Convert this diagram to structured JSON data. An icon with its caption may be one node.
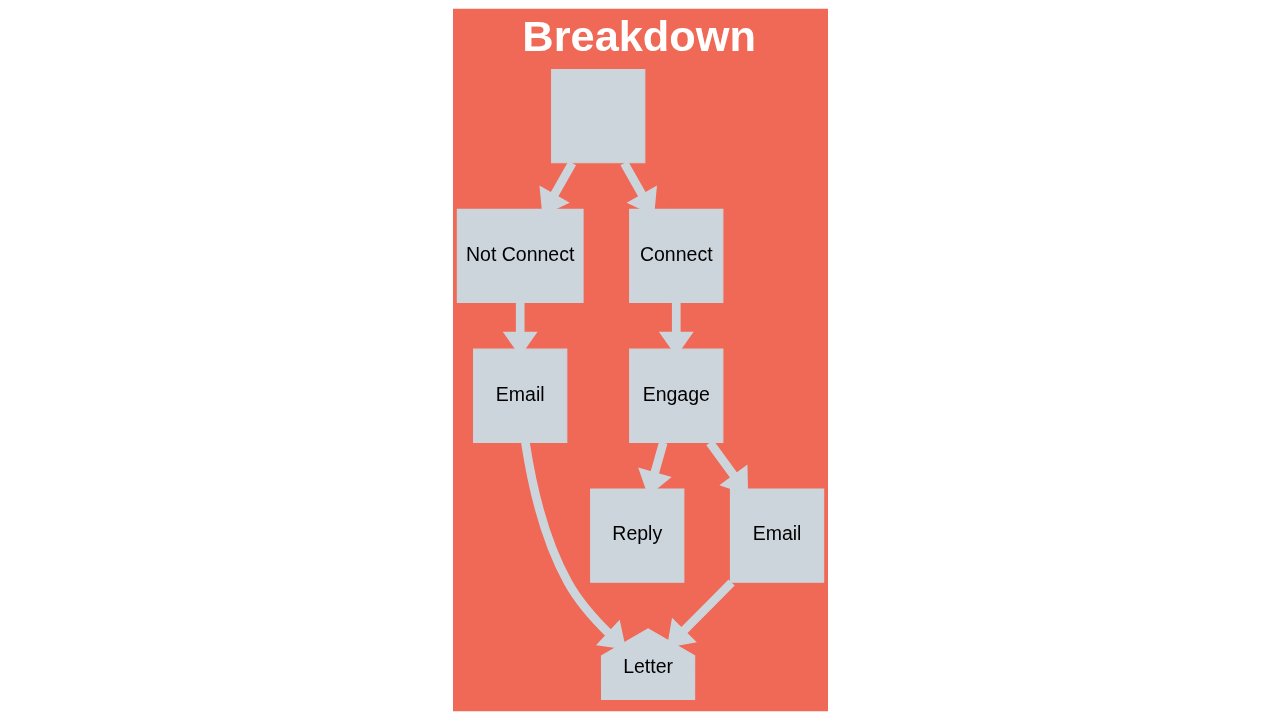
{
  "diagram": {
    "title": "Breakdown",
    "nodes": [
      {
        "text": [],
        "shape": "box"
      },
      {
        "text": [
          "Not Connect"
        ]
      },
      {
        "text": [
          "Connect"
        ]
      },
      {
        "text": [
          "Engage"
        ]
      },
      {
        "text": [
          "Email"
        ]
      },
      {
        "text": [
          "Reply"
        ]
      },
      {
        "text": [
          "Email"
        ]
      },
      {
        "text": [
          "Letter"
        ]
      }
    ],
    "edges": [
      {
        "from": 0,
        "to": 2,
        "arrow": "to"
      },
      {
        "from": 0,
        "to": 1,
        "arrow": "to"
      },
      {
        "from": 2,
        "to": 3,
        "arrow": "to"
      },
      {
        "from": 1,
        "to": 4,
        "arrow": "to"
      },
      {
        "from": 3,
        "to": 5,
        "arrow": "to"
      },
      {
        "from": 3,
        "to": 6,
        "arrow": "to"
      },
      {
        "from": 6,
        "to": 7,
        "arrow": "to"
      },
      {
        "from": 4,
        "to": 7,
        "arrow": "to"
      }
    ]
  }
}
